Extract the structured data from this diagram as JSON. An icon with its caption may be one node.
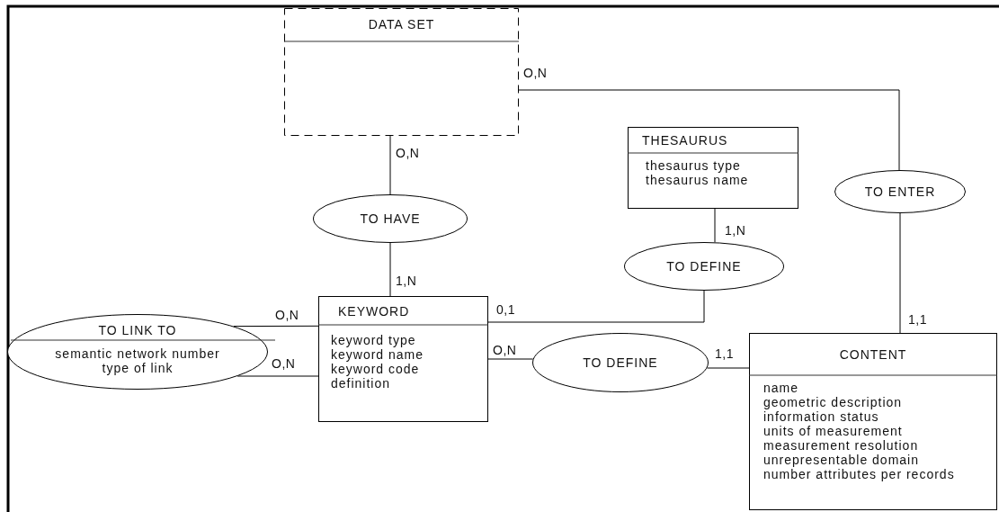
{
  "diagram": {
    "nodes": [
      {
        "text": [
          "DATA SET"
        ]
      },
      {
        "text": [
          "THESAURUS",
          "thesaurus type",
          "thesaurus name"
        ]
      },
      {
        "text": [
          "TO ENTER"
        ]
      },
      {
        "text": [
          "TO HAVE"
        ]
      },
      {
        "text": [
          "TO DEFINE"
        ]
      },
      {
        "text": [
          "TO LINK TO",
          "semantic network number",
          "type of link"
        ]
      },
      {
        "text": [
          "KEYWORD",
          "keyword type",
          "keyword name",
          "keyword code",
          "definition"
        ]
      },
      {
        "text": [
          "TO DEFINE"
        ]
      },
      {
        "text": [
          "CONTENT",
          "name",
          "geometric description",
          "information status",
          "units of measurement",
          "measurement resolution",
          "unrepresentable domain",
          "number attributes per records"
        ]
      }
    ],
    "edges": [
      {
        "from": 0,
        "to": 3,
        "arrow": "none",
        "label": "O,N"
      },
      {
        "from": 3,
        "to": 6,
        "arrow": "none",
        "label": "1,N"
      },
      {
        "from": 0,
        "to": 2,
        "arrow": "none",
        "label": "O,N"
      },
      {
        "from": 2,
        "to": 8,
        "arrow": "none",
        "label": "1,1"
      },
      {
        "from": 1,
        "to": 4,
        "arrow": "none",
        "label": "1,N"
      },
      {
        "from": 4,
        "to": 6,
        "arrow": "none",
        "label": "0,1"
      },
      {
        "from": 5,
        "to": 6,
        "arrow": "none",
        "label": "O,N"
      },
      {
        "from": 5,
        "to": 6,
        "arrow": "none",
        "label": "O,N"
      },
      {
        "from": 6,
        "to": 7,
        "arrow": "none",
        "label": "O,N"
      },
      {
        "from": 7,
        "to": 8,
        "arrow": "none",
        "label": "1,1"
      }
    ]
  }
}
